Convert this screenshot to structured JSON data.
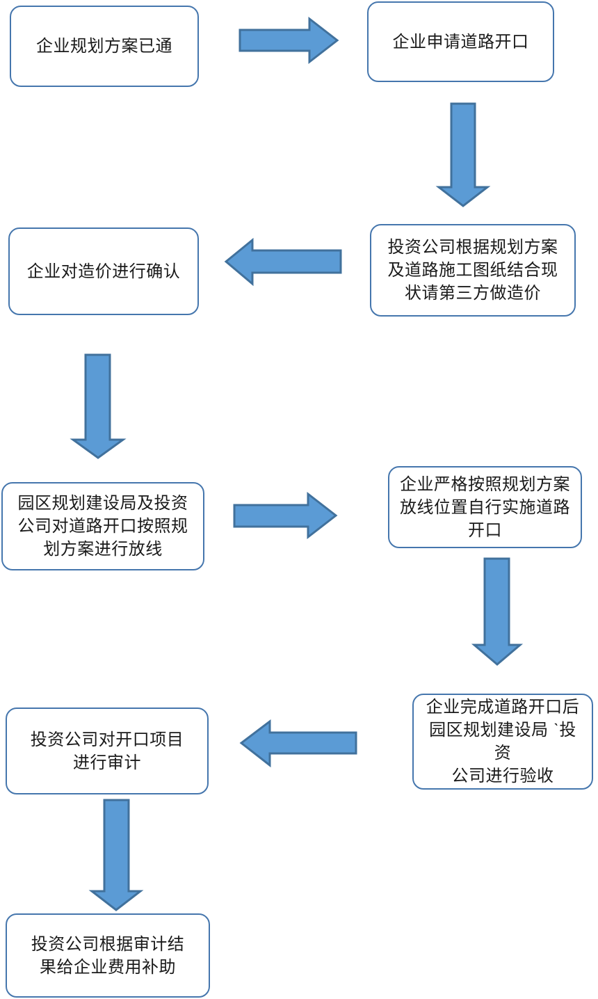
{
  "flowchart": {
    "title": "",
    "steps": [
      {
        "id": 1,
        "label": "企业规划方案已通"
      },
      {
        "id": 2,
        "label": "企业申请道路开口"
      },
      {
        "id": 3,
        "label": "投资公司根据规划方案\n及道路施工图纸结合现\n状请第三方做造价"
      },
      {
        "id": 4,
        "label": "企业对造价进行确认"
      },
      {
        "id": 5,
        "label": "园区规划建设局及投资\n公司对道路开口按照规\n划方案进行放线"
      },
      {
        "id": 6,
        "label": "企业严格按照规划方案\n放线位置自行实施道路\n开口"
      },
      {
        "id": 7,
        "label": "企业完成道路开口后\n园区规划建设局 ˋ投资\n公司进行验收"
      },
      {
        "id": 8,
        "label": "投资公司对开口项目\n进行审计"
      },
      {
        "id": 9,
        "label": "投资公司根据审计结\n果给企业费用补助"
      }
    ],
    "connections": [
      {
        "from": 1,
        "to": 2,
        "direction": "right"
      },
      {
        "from": 2,
        "to": 3,
        "direction": "down"
      },
      {
        "from": 3,
        "to": 4,
        "direction": "left"
      },
      {
        "from": 4,
        "to": 5,
        "direction": "down"
      },
      {
        "from": 5,
        "to": 6,
        "direction": "right"
      },
      {
        "from": 6,
        "to": 7,
        "direction": "down"
      },
      {
        "from": 7,
        "to": 8,
        "direction": "left"
      },
      {
        "from": 8,
        "to": 9,
        "direction": "down"
      }
    ]
  },
  "colors": {
    "background": "#ffffff",
    "box_fill": "#ffffff",
    "box_border": "#4576AD",
    "arrow_fill": "#5B9BD5",
    "arrow_stroke": "#41719C",
    "text": "#1a1a1a"
  }
}
